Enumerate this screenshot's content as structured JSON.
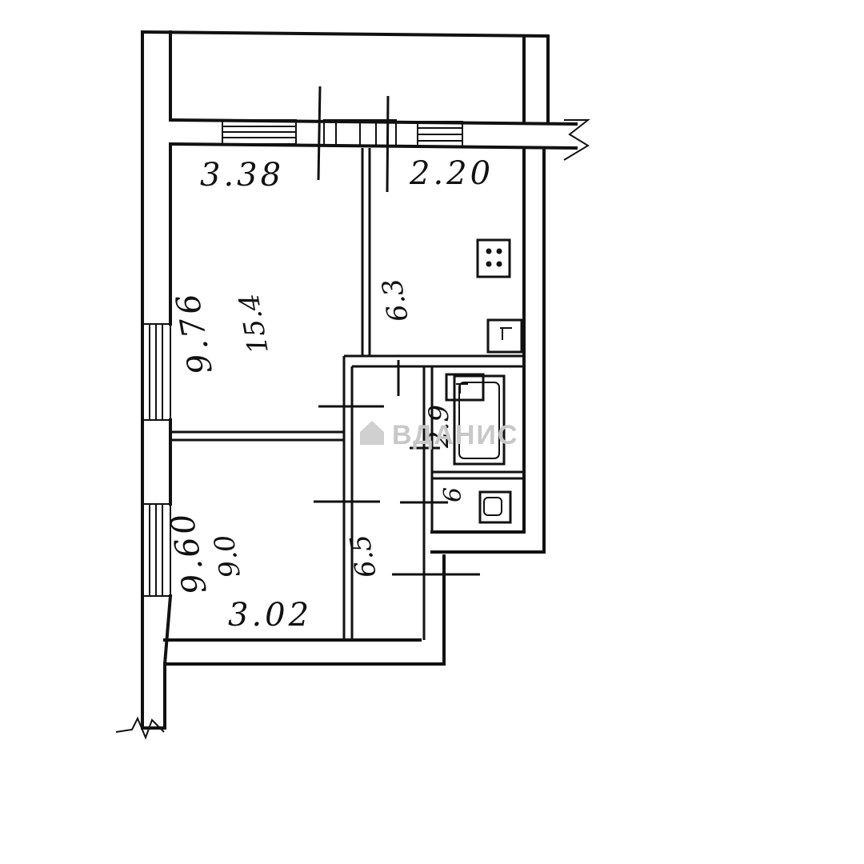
{
  "plan": {
    "dimensions": {
      "room1_width": "3.38",
      "kitchen_width": "2.20",
      "room1_length": "9.76",
      "room2_length": "9.60",
      "room2_width": "3.02"
    },
    "areas": {
      "room1": "15.4",
      "kitchen": "6.3",
      "room2": "9.0",
      "hall": "6.5",
      "bath": "2.9"
    },
    "watermark": "ВДАНИС"
  }
}
